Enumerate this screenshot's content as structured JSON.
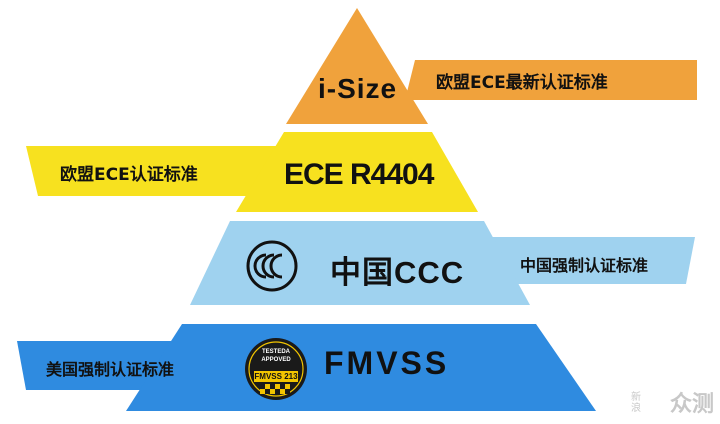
{
  "tiers": [
    {
      "name": "i-Size",
      "description": "欧盟ECE最新认证标准",
      "color": "#f0a23c"
    },
    {
      "name": "ECE R4404",
      "description": "欧盟ECE认证标准",
      "color": "#f7e11f"
    },
    {
      "name": "中国CCC",
      "description": "中国强制认证标准",
      "color": "#9fd2ef"
    },
    {
      "name": "FMVSS",
      "description": "美国强制认证标准",
      "color": "#2f8be0"
    }
  ],
  "badge": {
    "top_text": "TESTEDA",
    "middle_text": "APPOVED",
    "bottom_text": "FMVSS 213"
  },
  "watermark": {
    "small": "新浪",
    "large": "众测"
  }
}
